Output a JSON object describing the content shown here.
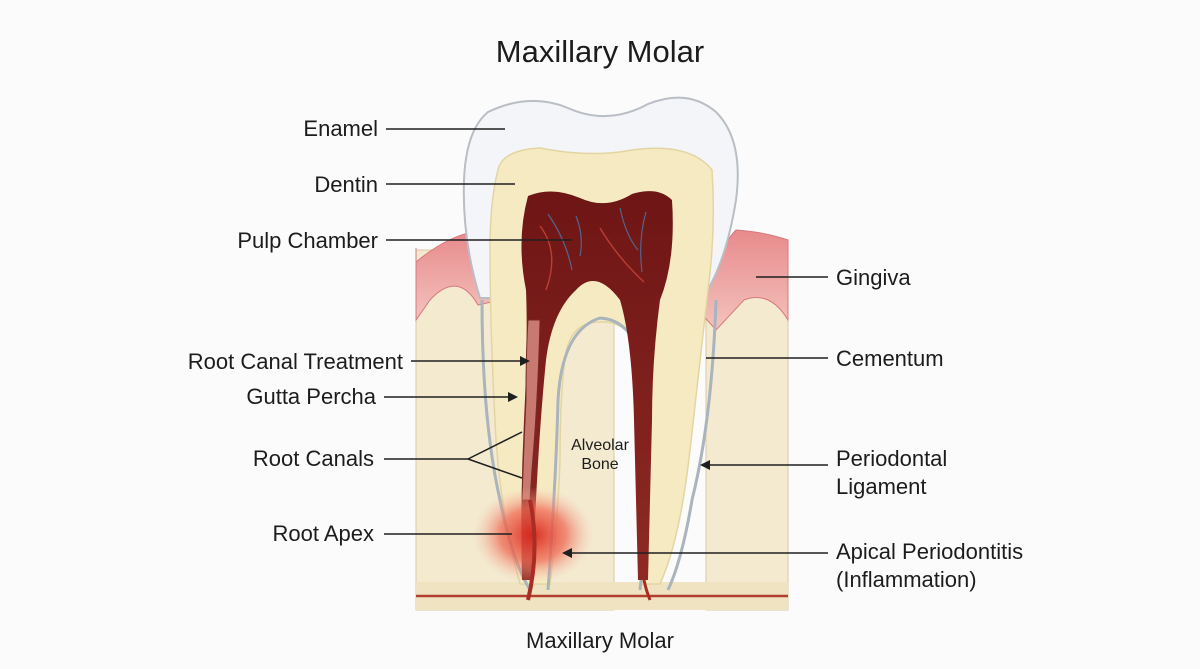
{
  "title": "Maxillary Molar",
  "caption": "Maxillary Molar",
  "labels": {
    "enamel": "Enamel",
    "dentin": "Dentin",
    "pulp_chamber": "Pulp Chamber",
    "root_canal_treatment": "Root Canal Treatment",
    "gutta_percha": "Gutta Percha",
    "root_canals": "Root Canals",
    "root_apex": "Root Apex",
    "gingiva": "Gingiva",
    "cementum": "Cementum",
    "periodontal_ligament_1": "Periodontal",
    "periodontal_ligament_2": "Ligament",
    "apical_periodontitis_1": "Apical Periodontitis",
    "apical_periodontitis_2": "(Inflammation)",
    "alveolar_bone_1": "Alveolar",
    "alveolar_bone_2": "Bone"
  },
  "colors": {
    "enamel": "#f4f6f8",
    "dentin": "#f7ecc6",
    "pulp": "#7a1f1f",
    "gingiva": "#eaa1a1",
    "bone": "#f2e8cc",
    "inflammation": "#e64a3c"
  }
}
